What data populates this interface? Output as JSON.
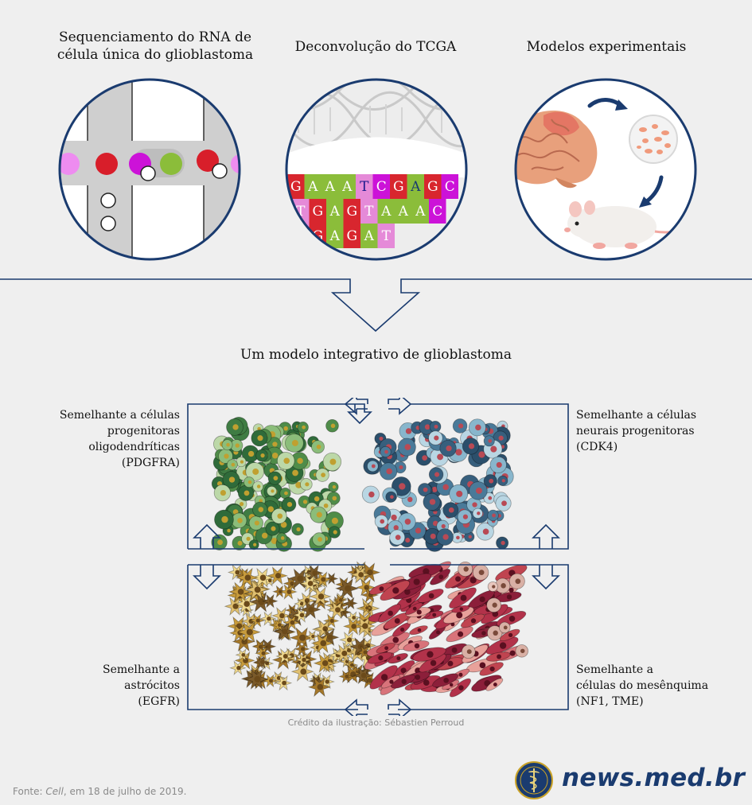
{
  "panels": [
    {
      "title_line1": "Sequenciamento do RNA de",
      "title_line2": "célula única do glioblastoma"
    },
    {
      "title_line1": "Deconvolução do TCGA",
      "title_line2": ""
    },
    {
      "title_line1": "Modelos experimentais",
      "title_line2": ""
    }
  ],
  "dna_rows": [
    "GAAATCGAGC",
    "TGAGTAAAC",
    "TGAGAT"
  ],
  "model_title": "Um modelo integrativo de glioblastoma",
  "quadrants": {
    "top_left": [
      "Semelhante a células",
      "progenitoras oligodendríticas",
      "(PDGFRA)"
    ],
    "top_right": [
      "Semelhante a células",
      "neurais progenitoras",
      "(CDK4)"
    ],
    "bottom_left": [
      "Semelhante a",
      "astrócitos",
      "(EGFR)"
    ],
    "bottom_right": [
      "Semelhante a",
      "células do mesênquima",
      "(NF1, TME)"
    ]
  },
  "credit": "Crédito da ilustração: Sébastien Perroud",
  "source": {
    "prefix": "Fonte: ",
    "journal": "Cell",
    "suffix": ", em 18 de julho de 2019."
  },
  "brand": "news.med.br",
  "colors": {
    "navy": "#1a3b6f",
    "background": "#efefef"
  }
}
